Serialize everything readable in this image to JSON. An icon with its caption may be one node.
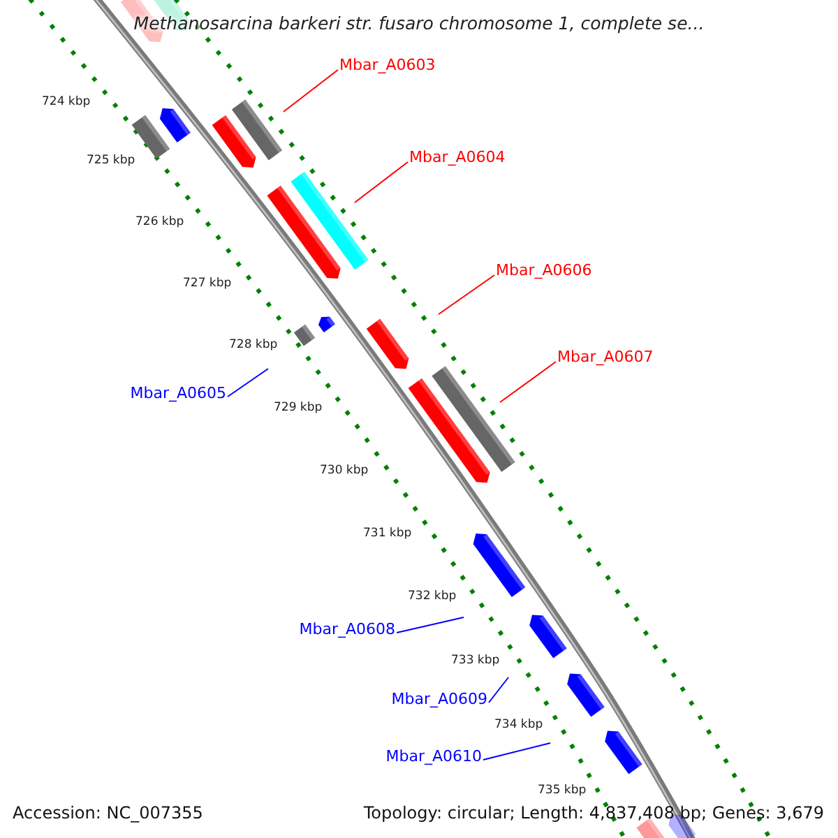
{
  "diagram": {
    "title": "Methanosarcina barkeri str. fusaro chromosome 1, complete se...",
    "nodes": [
      {
        "text": [
          "Mbar_A0603"
        ]
      },
      {
        "text": [
          "Mbar_A0604"
        ]
      },
      {
        "text": [
          "Mbar_A0606"
        ]
      },
      {
        "text": [
          "Mbar_A0607"
        ]
      },
      {
        "text": [
          "Mbar_A0605"
        ]
      },
      {
        "text": [
          "Mbar_A0608"
        ]
      },
      {
        "text": [
          "Mbar_A0609"
        ]
      },
      {
        "text": [
          "Mbar_A0610"
        ]
      }
    ],
    "edges": [
      {
        "from": 0,
        "to": null,
        "arrow": "none",
        "color": "#ff0000"
      },
      {
        "from": 1,
        "to": null,
        "arrow": "none",
        "color": "#ff0000"
      },
      {
        "from": 2,
        "to": null,
        "arrow": "none",
        "color": "#ff0000"
      },
      {
        "from": 3,
        "to": null,
        "arrow": "none",
        "color": "#ff0000"
      },
      {
        "from": 4,
        "to": null,
        "arrow": "none",
        "color": "#0000ff"
      },
      {
        "from": 5,
        "to": null,
        "arrow": "none",
        "color": "#0000ff"
      },
      {
        "from": 6,
        "to": null,
        "arrow": "none",
        "color": "#0000ff"
      },
      {
        "from": 7,
        "to": null,
        "arrow": "none",
        "color": "#0000ff"
      }
    ],
    "labels": [
      "724 kbp",
      "725 kbp",
      "726 kbp",
      "727 kbp",
      "728 kbp",
      "729 kbp",
      "730 kbp",
      "731 kbp",
      "732 kbp",
      "733 kbp",
      "734 kbp",
      "735 kbp",
      "Accession: NC_007355",
      "Topology: circular; Length: 4,837,408 bp; Genes: 3,679"
    ]
  }
}
